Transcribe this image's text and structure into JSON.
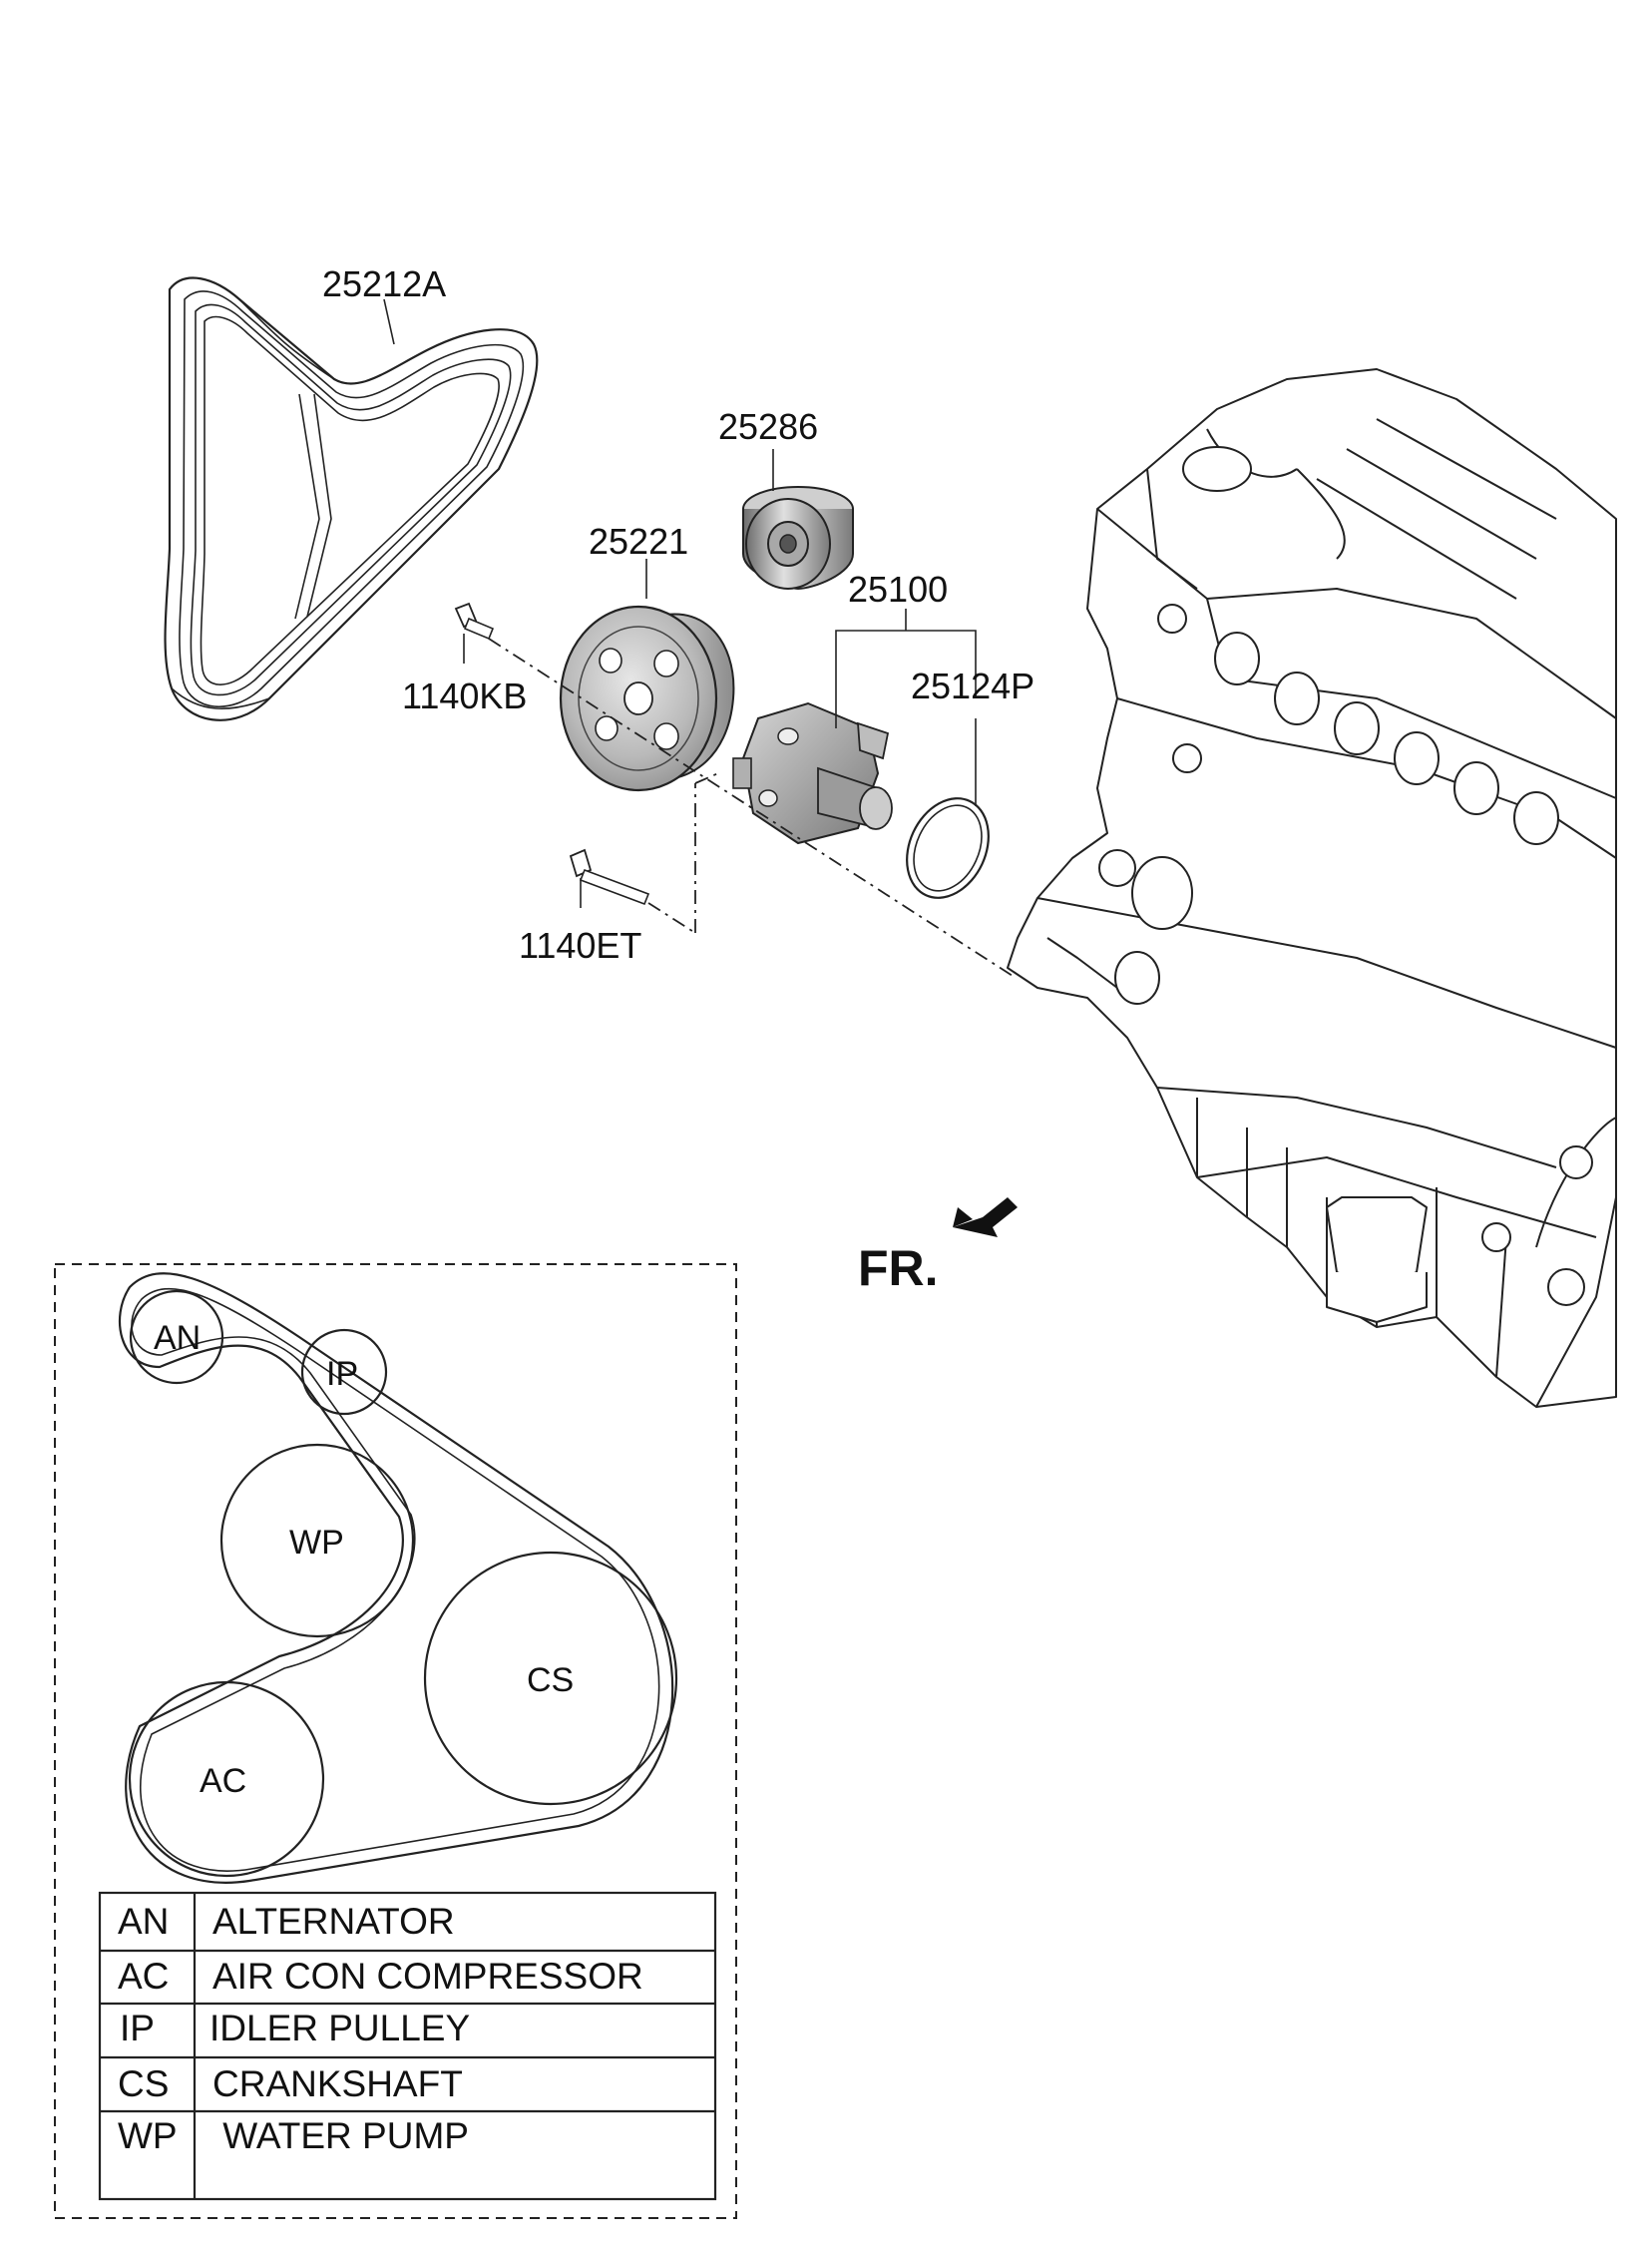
{
  "parts": {
    "belt": "25212A",
    "idler": "25286",
    "pulley": "25221",
    "pump_assy": "25100",
    "gasket": "25124P",
    "bolt_short": "1140KB",
    "bolt_long": "1140ET"
  },
  "front_marker": "FR.",
  "belt_layout": {
    "pulleys": {
      "an": "AN",
      "ip": "IP",
      "wp": "WP",
      "cs": "CS",
      "ac": "AC"
    }
  },
  "legend": {
    "rows": [
      {
        "code": "AN",
        "desc": "ALTERNATOR"
      },
      {
        "code": "AC",
        "desc": "AIR CON COMPRESSOR"
      },
      {
        "code": "IP",
        "desc": "IDLER PULLEY"
      },
      {
        "code": "CS",
        "desc": "CRANKSHAFT"
      },
      {
        "code": "WP",
        "desc": " WATER PUMP"
      }
    ]
  }
}
